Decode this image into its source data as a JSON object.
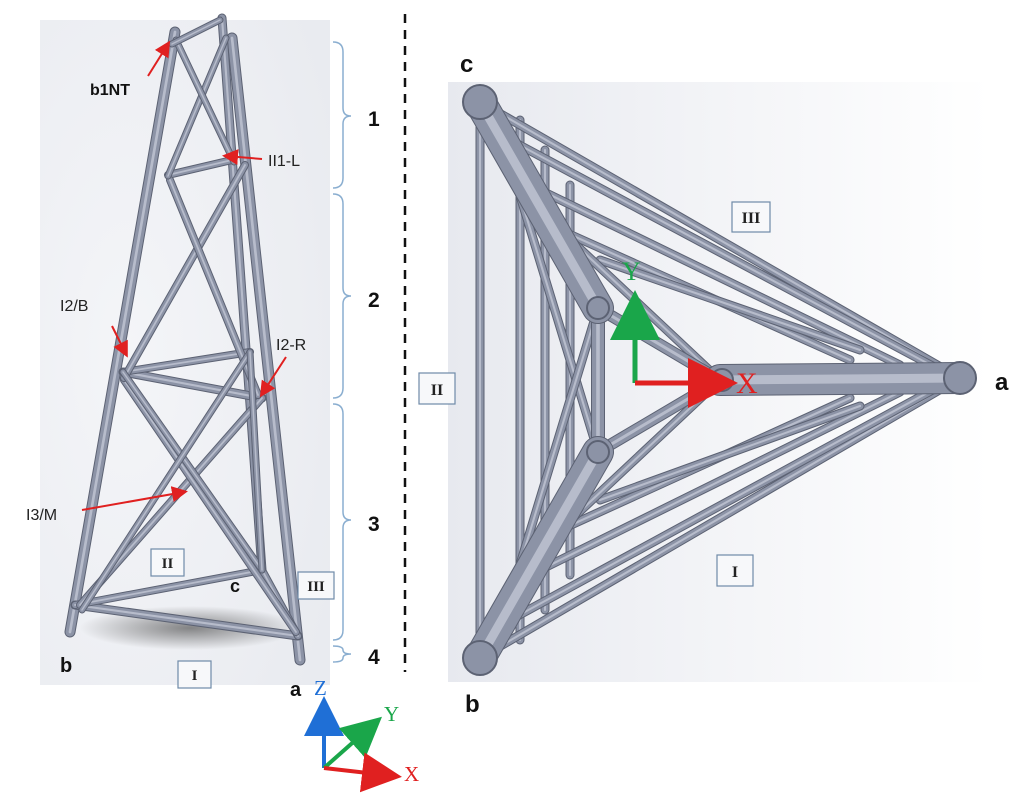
{
  "tower_view": {
    "vertices": {
      "a": "a",
      "b": "b",
      "c": "c"
    },
    "faces": {
      "I": "I",
      "II": "II",
      "III": "III"
    },
    "callouts": {
      "b1NT": "b1NT",
      "II1_L": "II1-L",
      "I2_B": "I2/B",
      "I2_R": "I2-R",
      "I3_M": "I3/M"
    },
    "sections": [
      "1",
      "2",
      "3",
      "4"
    ]
  },
  "axes_3d": {
    "x": "X",
    "y": "Y",
    "z": "Z"
  },
  "top_view": {
    "vertices": {
      "a": "a",
      "b": "b",
      "c": "c"
    },
    "faces": {
      "I": "I",
      "II": "II",
      "III": "III"
    },
    "axes": {
      "x": "X",
      "y": "Y"
    }
  },
  "colors": {
    "member": "#8c93a6",
    "member_dark": "#5c6273",
    "member_light": "#b7bccb",
    "callout": "#e02020",
    "axis_x": "#e02020",
    "axis_y": "#1aa64a",
    "axis_z": "#1f6fd6",
    "bracket": "#8aaed0"
  }
}
